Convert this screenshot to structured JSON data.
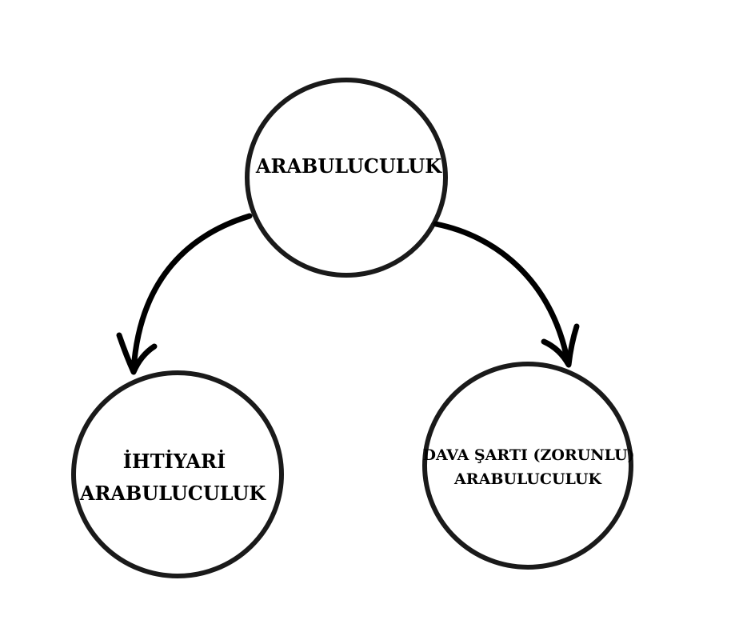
{
  "diagram": {
    "nodes": {
      "root": {
        "lines": [
          "ARABULUCULUK"
        ]
      },
      "left": {
        "lines": [
          "İHTİYARİ",
          "ARABULUCULUK"
        ]
      },
      "right": {
        "lines": [
          "DAVA ŞARTI (ZORUNLU)",
          "ARABULUCULUK"
        ]
      }
    },
    "edges": [
      {
        "from": "root",
        "to": "left"
      },
      {
        "from": "root",
        "to": "right"
      }
    ]
  },
  "colors": {
    "stroke": "#000000",
    "circle_stroke": "#1a1a1a",
    "background": "#ffffff"
  }
}
